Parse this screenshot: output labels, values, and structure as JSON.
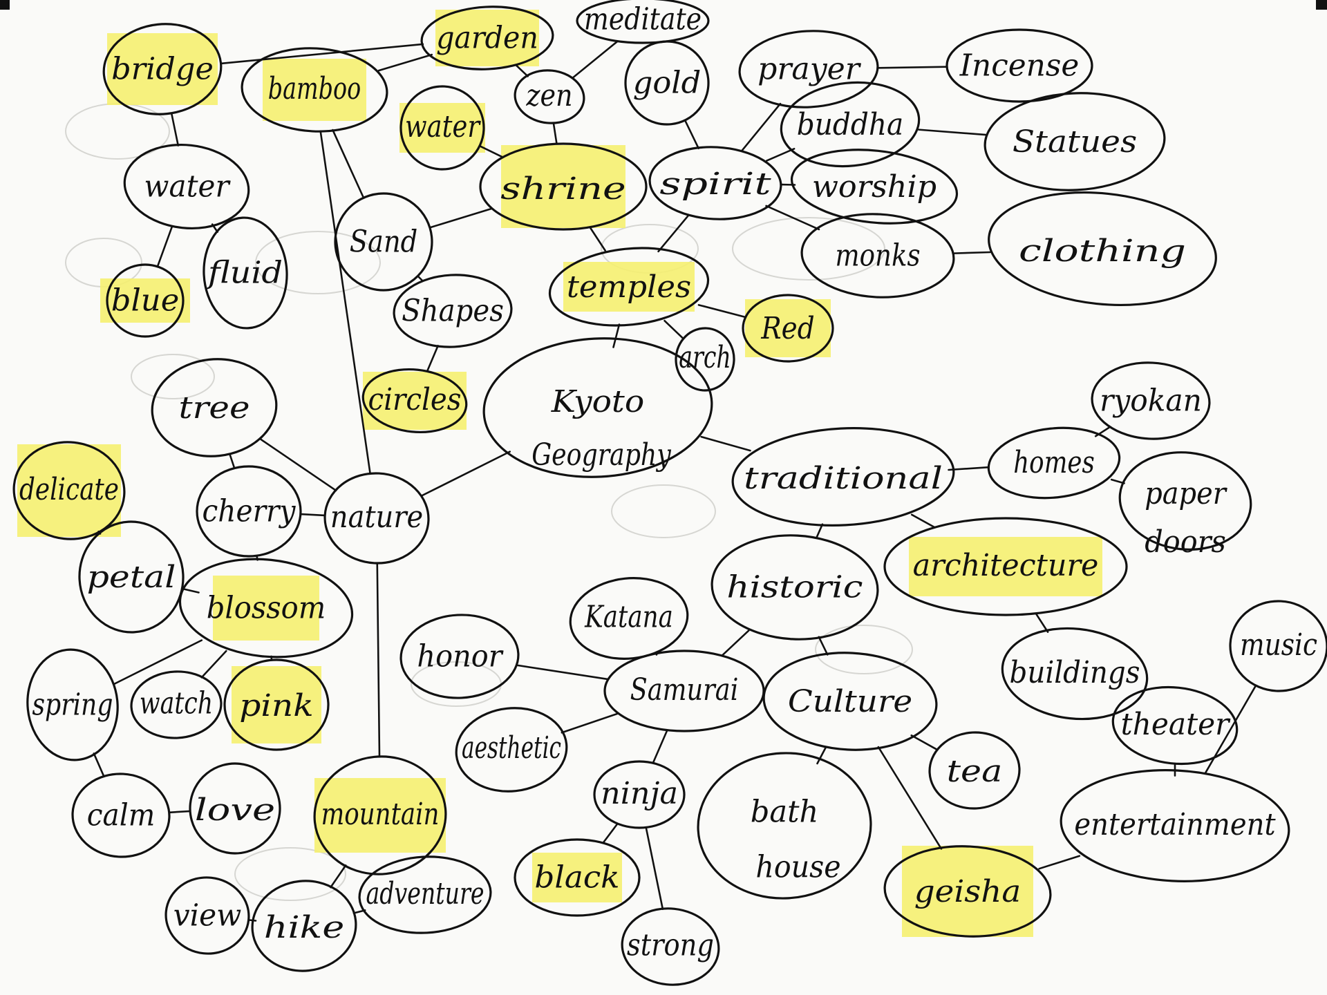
{
  "diagram": {
    "highlight_color": "#f5f070",
    "ink_color": "#111111",
    "nodes": [
      {
        "id": "bridge",
        "label": "bridge",
        "highlighted": true
      },
      {
        "id": "garden",
        "label": "garden",
        "highlighted": true
      },
      {
        "id": "meditate",
        "label": "meditate",
        "highlighted": false
      },
      {
        "id": "bamboo",
        "label": "bamboo",
        "highlighted": true
      },
      {
        "id": "zen",
        "label": "zen",
        "highlighted": false
      },
      {
        "id": "gold",
        "label": "gold",
        "highlighted": false
      },
      {
        "id": "prayer",
        "label": "prayer",
        "highlighted": false
      },
      {
        "id": "incense",
        "label": "Incense",
        "highlighted": false
      },
      {
        "id": "water_top",
        "label": "water",
        "highlighted": true
      },
      {
        "id": "water",
        "label": "water",
        "highlighted": false
      },
      {
        "id": "buddha",
        "label": "buddha",
        "highlighted": false
      },
      {
        "id": "statues",
        "label": "Statues",
        "highlighted": false
      },
      {
        "id": "shrine",
        "label": "shrine",
        "highlighted": true
      },
      {
        "id": "spirit",
        "label": "spirit",
        "highlighted": false
      },
      {
        "id": "worship",
        "label": "worship",
        "highlighted": false
      },
      {
        "id": "sand",
        "label": "Sand",
        "highlighted": false
      },
      {
        "id": "fluid",
        "label": "fluid",
        "highlighted": false
      },
      {
        "id": "blue",
        "label": "blue",
        "highlighted": true
      },
      {
        "id": "monks",
        "label": "monks",
        "highlighted": false
      },
      {
        "id": "clothing",
        "label": "clothing",
        "highlighted": false
      },
      {
        "id": "temples",
        "label": "temples",
        "highlighted": true
      },
      {
        "id": "shapes",
        "label": "Shapes",
        "highlighted": false
      },
      {
        "id": "red",
        "label": "Red",
        "highlighted": true
      },
      {
        "id": "arch",
        "label": "arch",
        "highlighted": false
      },
      {
        "id": "circles",
        "label": "circles",
        "highlighted": true
      },
      {
        "id": "tree",
        "label": "tree",
        "highlighted": false
      },
      {
        "id": "kyoto",
        "label": "Kyoto",
        "highlighted": false
      },
      {
        "id": "geography",
        "label": "Geography",
        "highlighted": false
      },
      {
        "id": "ryokan",
        "label": "ryokan",
        "highlighted": false
      },
      {
        "id": "delicate",
        "label": "delicate",
        "highlighted": true
      },
      {
        "id": "homes",
        "label": "homes",
        "highlighted": false
      },
      {
        "id": "traditional",
        "label": "traditional",
        "highlighted": false
      },
      {
        "id": "cherry",
        "label": "cherry",
        "highlighted": false
      },
      {
        "id": "nature",
        "label": "nature",
        "highlighted": false
      },
      {
        "id": "paper",
        "label": "paper",
        "highlighted": false
      },
      {
        "id": "doors",
        "label": "doors",
        "highlighted": false
      },
      {
        "id": "petal",
        "label": "petal",
        "highlighted": false
      },
      {
        "id": "architecture",
        "label": "architecture",
        "highlighted": true
      },
      {
        "id": "historic",
        "label": "historic",
        "highlighted": false
      },
      {
        "id": "blossom",
        "label": "blossom",
        "highlighted": true
      },
      {
        "id": "katana",
        "label": "Katana",
        "highlighted": false
      },
      {
        "id": "honor",
        "label": "honor",
        "highlighted": false
      },
      {
        "id": "samurai",
        "label": "Samurai",
        "highlighted": false
      },
      {
        "id": "music",
        "label": "music",
        "highlighted": false
      },
      {
        "id": "buildings",
        "label": "buildings",
        "highlighted": false
      },
      {
        "id": "spring",
        "label": "spring",
        "highlighted": false
      },
      {
        "id": "watch",
        "label": "watch",
        "highlighted": false
      },
      {
        "id": "pink",
        "label": "pink",
        "highlighted": true
      },
      {
        "id": "culture",
        "label": "Culture",
        "highlighted": false
      },
      {
        "id": "theater",
        "label": "theater",
        "highlighted": false
      },
      {
        "id": "aesthetic",
        "label": "aesthetic",
        "highlighted": false
      },
      {
        "id": "tea",
        "label": "tea",
        "highlighted": false
      },
      {
        "id": "ninja",
        "label": "ninja",
        "highlighted": false
      },
      {
        "id": "calm",
        "label": "calm",
        "highlighted": false
      },
      {
        "id": "love",
        "label": "love",
        "highlighted": false
      },
      {
        "id": "mountain",
        "label": "mountain",
        "highlighted": true
      },
      {
        "id": "bath",
        "label": "bath",
        "highlighted": false
      },
      {
        "id": "house",
        "label": "house",
        "highlighted": false
      },
      {
        "id": "entertainment",
        "label": "entertainment",
        "highlighted": false
      },
      {
        "id": "view",
        "label": "view",
        "highlighted": false
      },
      {
        "id": "hike",
        "label": "hike",
        "highlighted": false
      },
      {
        "id": "adventure",
        "label": "adventure",
        "highlighted": false
      },
      {
        "id": "black",
        "label": "black",
        "highlighted": true
      },
      {
        "id": "geisha",
        "label": "geisha",
        "highlighted": true
      },
      {
        "id": "strong",
        "label": "strong",
        "highlighted": false
      }
    ],
    "edges": [
      [
        "bridge",
        "garden"
      ],
      [
        "bridge",
        "water"
      ],
      [
        "water",
        "blue"
      ],
      [
        "water",
        "fluid"
      ],
      [
        "bamboo",
        "garden"
      ],
      [
        "bamboo",
        "sand"
      ],
      [
        "bamboo",
        "nature"
      ],
      [
        "garden",
        "zen"
      ],
      [
        "zen",
        "meditate"
      ],
      [
        "zen",
        "shrine"
      ],
      [
        "water_top",
        "shrine"
      ],
      [
        "sand",
        "shrine"
      ],
      [
        "sand",
        "shapes"
      ],
      [
        "shapes",
        "circles"
      ],
      [
        "shrine",
        "temples"
      ],
      [
        "temples",
        "kyoto"
      ],
      [
        "temples",
        "arch"
      ],
      [
        "temples",
        "red"
      ],
      [
        "gold",
        "spirit"
      ],
      [
        "spirit",
        "prayer"
      ],
      [
        "spirit",
        "buddha"
      ],
      [
        "spirit",
        "worship"
      ],
      [
        "spirit",
        "monks"
      ],
      [
        "spirit",
        "temples"
      ],
      [
        "prayer",
        "incense"
      ],
      [
        "buddha",
        "statues"
      ],
      [
        "monks",
        "clothing"
      ],
      [
        "kyoto",
        "nature"
      ],
      [
        "kyoto",
        "traditional"
      ],
      [
        "tree",
        "cherry"
      ],
      [
        "tree",
        "nature"
      ],
      [
        "cherry",
        "nature"
      ],
      [
        "cherry",
        "blossom"
      ],
      [
        "delicate",
        "petal"
      ],
      [
        "petal",
        "blossom"
      ],
      [
        "blossom",
        "spring"
      ],
      [
        "blossom",
        "watch"
      ],
      [
        "blossom",
        "pink"
      ],
      [
        "spring",
        "calm"
      ],
      [
        "calm",
        "love"
      ],
      [
        "nature",
        "mountain"
      ],
      [
        "mountain",
        "hike"
      ],
      [
        "hike",
        "view"
      ],
      [
        "hike",
        "adventure"
      ],
      [
        "traditional",
        "homes"
      ],
      [
        "traditional",
        "historic"
      ],
      [
        "traditional",
        "architecture"
      ],
      [
        "homes",
        "ryokan"
      ],
      [
        "homes",
        "paper"
      ],
      [
        "architecture",
        "buildings"
      ],
      [
        "historic",
        "samurai"
      ],
      [
        "historic",
        "culture"
      ],
      [
        "honor",
        "samurai"
      ],
      [
        "katana",
        "samurai"
      ],
      [
        "samurai",
        "aesthetic"
      ],
      [
        "samurai",
        "ninja"
      ],
      [
        "ninja",
        "black"
      ],
      [
        "ninja",
        "strong"
      ],
      [
        "culture",
        "tea"
      ],
      [
        "culture",
        "bath"
      ],
      [
        "culture",
        "geisha"
      ],
      [
        "geisha",
        "entertainment"
      ],
      [
        "entertainment",
        "theater"
      ],
      [
        "entertainment",
        "music"
      ]
    ]
  }
}
